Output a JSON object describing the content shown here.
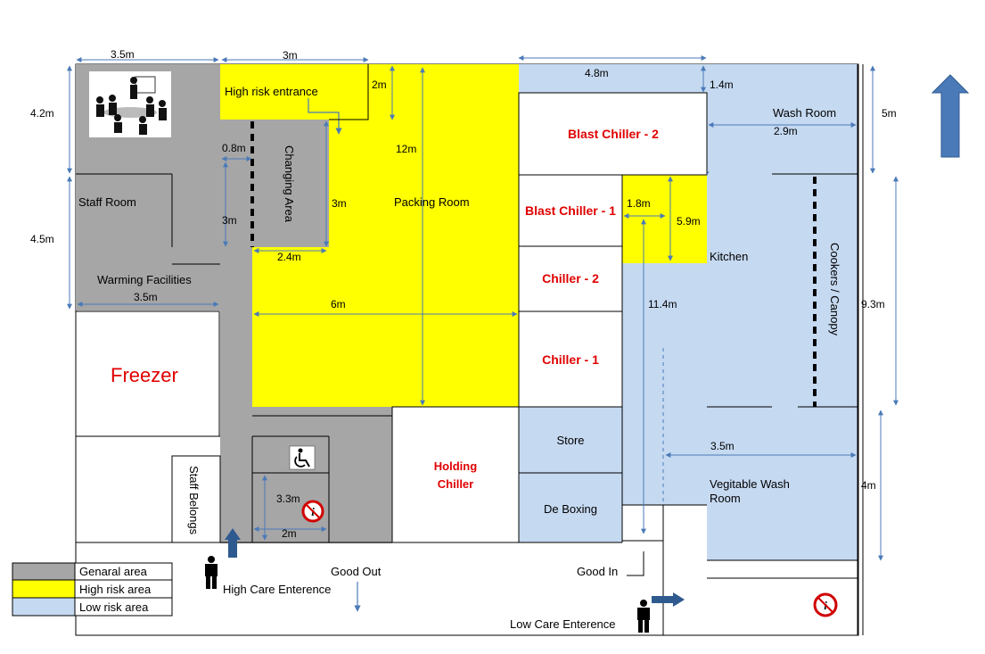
{
  "rooms": {
    "staff_room": "Staff Room",
    "warming_facilities": "Warming Facilities",
    "freezer": "Freezer",
    "staff_belongs": "Staff Belongs",
    "high_risk_entrance": "High risk entrance",
    "changing_area": "Changing Area",
    "packing_room": "Packing Room",
    "holding_chiller_1": "Holding",
    "holding_chiller_2": "Chiller",
    "blast_chiller_2": "Blast Chiller - 2",
    "blast_chiller_1": "Blast Chiller - 1",
    "chiller_2": "Chiller - 2",
    "chiller_1": "Chiller - 1",
    "store": "Store",
    "de_boxing": "De Boxing",
    "kitchen": "Kitchen",
    "wash_room": "Wash Room",
    "cookers_canopy": "Cookers / Canopy",
    "veg_wash_1": "Vegitable Wash",
    "veg_wash_2": "Room"
  },
  "dimensions": {
    "top_left_width": "3.5m",
    "top_mid_width": "3m",
    "high_risk_height": "2m",
    "top_right_width": "4.8m",
    "top_right_height": "1.4m",
    "right_top_height": "5m",
    "left_top_height": "4.2m",
    "left_mid_height": "4.5m",
    "warming_width": "3.5m",
    "changing_gap": "0.8m",
    "corridor_height": "3m",
    "changing_height": "3m",
    "changing_width": "2.4m",
    "packing_height": "12m",
    "packing_width": "6m",
    "wash_room_width": "2.9m",
    "kitchen_small_width": "1.8m",
    "kitchen_small_height": "5.9m",
    "kitchen_long": "11.4m",
    "cookers_height": "9.3m",
    "veg_width": "3.5m",
    "veg_height": "4m",
    "toilet_height": "3.3m",
    "toilet_width": "2m"
  },
  "labels": {
    "good_out": "Good Out",
    "good_in": "Good In",
    "high_care_entrance": "High Care Enterence",
    "low_care_entrance": "Low Care Enterence"
  },
  "legend": {
    "items": [
      {
        "label": "Genaral area",
        "color": "#a6a6a6"
      },
      {
        "label": "High risk area",
        "color": "#ffff00"
      },
      {
        "label": "Low risk area",
        "color": "#c5d9f1"
      }
    ]
  },
  "colors": {
    "general": "#a6a6a6",
    "high_risk": "#ffff00",
    "low_risk": "#c5d9f1",
    "accent_blue": "#4a7ab8"
  },
  "icons": [
    "meeting-icon",
    "wheelchair-icon",
    "info-icon",
    "person-icon",
    "north-arrow-icon"
  ]
}
